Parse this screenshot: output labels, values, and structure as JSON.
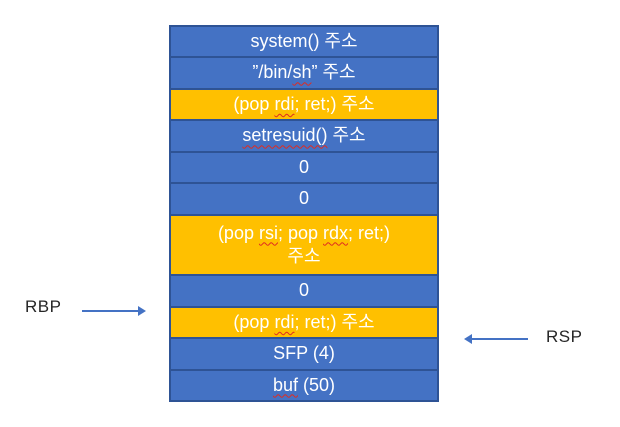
{
  "stack": {
    "rows": [
      {
        "id": "system-addr",
        "color": "blue",
        "units": 1,
        "segments": [
          {
            "text": "system() 주소"
          }
        ]
      },
      {
        "id": "binsh-addr",
        "color": "blue",
        "units": 1,
        "segments": [
          {
            "text": "”/bin/"
          },
          {
            "text": "sh",
            "squiggle": true
          },
          {
            "text": "” 주소"
          }
        ]
      },
      {
        "id": "pop-rdi-ret-addr-upper",
        "color": "orange",
        "units": 1,
        "segments": [
          {
            "text": "(pop "
          },
          {
            "text": "rdi",
            "squiggle": true
          },
          {
            "text": "; ret;) 주소"
          }
        ]
      },
      {
        "id": "setresuid-addr",
        "color": "blue",
        "units": 1,
        "segments": [
          {
            "text": "setresuid()",
            "squiggle": true
          },
          {
            "text": " 주소"
          }
        ]
      },
      {
        "id": "zero-1",
        "color": "blue",
        "units": 1,
        "segments": [
          {
            "text": "0"
          }
        ]
      },
      {
        "id": "zero-2",
        "color": "blue",
        "units": 1,
        "segments": [
          {
            "text": "0"
          }
        ]
      },
      {
        "id": "pop-rsi-pop-rdx-ret-addr",
        "color": "orange",
        "units": 2,
        "segments": [
          {
            "text": "(pop "
          },
          {
            "text": "rsi",
            "squiggle": true
          },
          {
            "text": "; pop "
          },
          {
            "text": "rdx",
            "squiggle": true
          },
          {
            "text": "; ret;)"
          },
          {
            "break": true
          },
          {
            "text": "주소"
          }
        ]
      },
      {
        "id": "zero-3",
        "color": "blue",
        "units": 1,
        "segments": [
          {
            "text": "0"
          }
        ]
      },
      {
        "id": "pop-rdi-ret-addr-lower",
        "color": "orange",
        "units": 1,
        "segments": [
          {
            "text": "(pop "
          },
          {
            "text": "rdi",
            "squiggle": true
          },
          {
            "text": "; ret;) 주소"
          }
        ]
      },
      {
        "id": "sfp",
        "color": "blue",
        "units": 1,
        "segments": [
          {
            "text": "SFP (4)"
          }
        ]
      },
      {
        "id": "buf",
        "color": "blue",
        "units": 1,
        "segments": [
          {
            "text": "buf",
            "squiggle": true
          },
          {
            "text": " (50)"
          }
        ]
      }
    ]
  },
  "pointers": {
    "rbp_label": "RBP",
    "rsp_label": "RSP"
  },
  "colors": {
    "blue": "#4472C4",
    "orange": "#FFC000",
    "border": "#2E5395",
    "arrow": "#4472C4",
    "squiggle": "#E02B20",
    "label_text": "#262626"
  }
}
